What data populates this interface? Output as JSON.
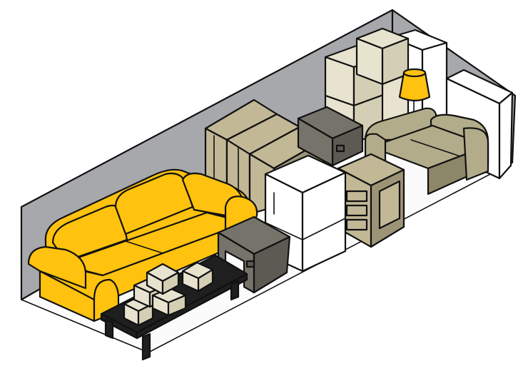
{
  "scene": {
    "subject": "storage-unit-illustration",
    "colors": {
      "wall": "#a7a8ab",
      "floor": "#fbfbfb",
      "sofa_yellow": "#ffc20e",
      "tan": "#c2b896",
      "tan_dark": "#9d9478",
      "khaki": "#b3ac8a",
      "khaki_dark": "#8d8769",
      "box_light": "#e8e3cf",
      "box_shade": "#d4ceb4",
      "slate": "#76746a",
      "slate_dark": "#5c5a52",
      "white_item": "#ffffff",
      "table_black": "#1f1f1f",
      "outline": "#111111"
    },
    "items": [
      "storage-wall",
      "sofa",
      "coffee-table",
      "small-box",
      "end-table",
      "refrigerator",
      "wardrobe",
      "dresser",
      "loveseat",
      "floor-lamp",
      "box-stack",
      "white-cabinet"
    ]
  }
}
